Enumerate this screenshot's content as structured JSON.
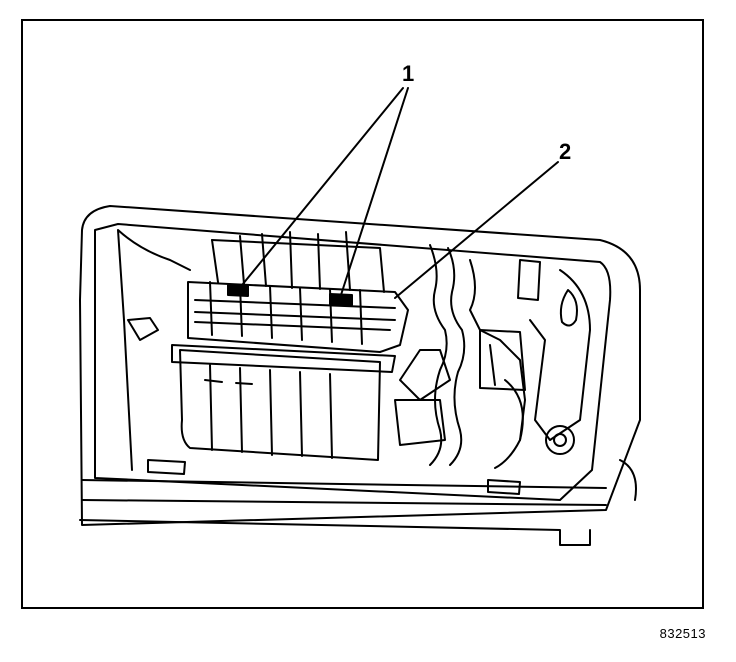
{
  "diagram": {
    "callouts": [
      {
        "label": "1"
      },
      {
        "label": "2"
      }
    ],
    "figure_id": "832513",
    "colors": {
      "ink": "#000000",
      "paper": "#ffffff"
    }
  }
}
